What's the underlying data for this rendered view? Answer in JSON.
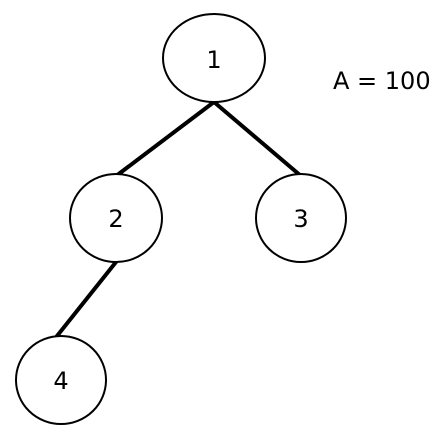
{
  "nodes": [
    {
      "id": "1",
      "label": "1"
    },
    {
      "id": "2",
      "label": "2"
    },
    {
      "id": "3",
      "label": "3"
    },
    {
      "id": "4",
      "label": "4"
    }
  ],
  "edges": [
    {
      "from": "1",
      "to": "2"
    },
    {
      "from": "1",
      "to": "3"
    },
    {
      "from": "2",
      "to": "4"
    }
  ],
  "annotation": {
    "text": "A = 100"
  }
}
